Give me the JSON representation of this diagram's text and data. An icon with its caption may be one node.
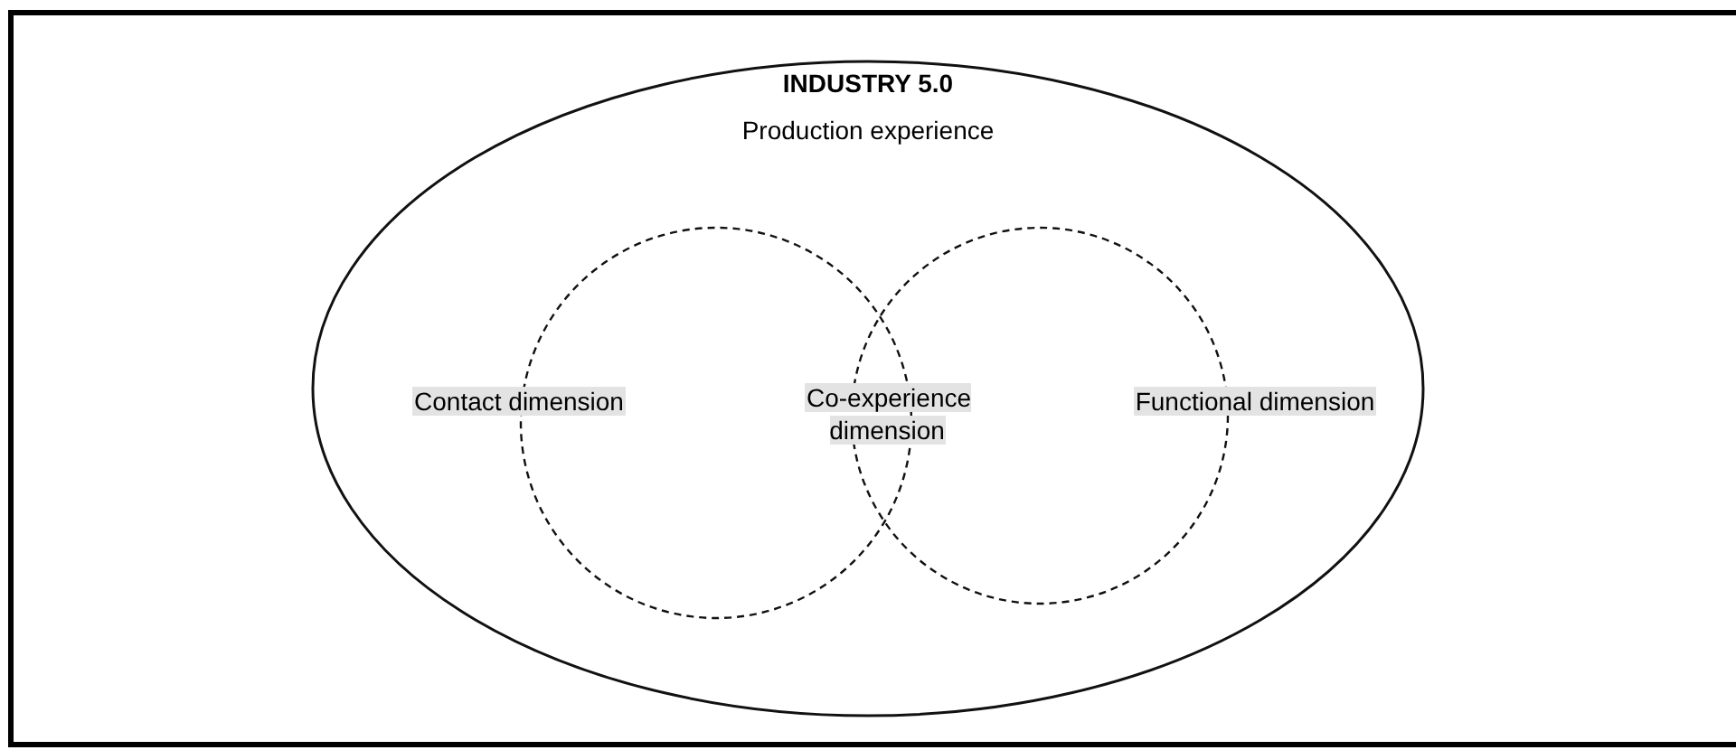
{
  "diagram": {
    "nodes": [
      {
        "text": [
          "INDUSTRY 5.0",
          "Production experience"
        ]
      },
      {
        "text": [],
        "shape": "circle",
        "in": 0
      },
      {
        "text": [],
        "shape": "circle",
        "in": 0
      },
      {
        "text": [
          "Contact dimension"
        ],
        "in": 0
      },
      {
        "text": [
          "Co-experience dimension"
        ],
        "in": 0
      },
      {
        "text": [
          "Functional dimension"
        ],
        "in": 0
      }
    ]
  }
}
